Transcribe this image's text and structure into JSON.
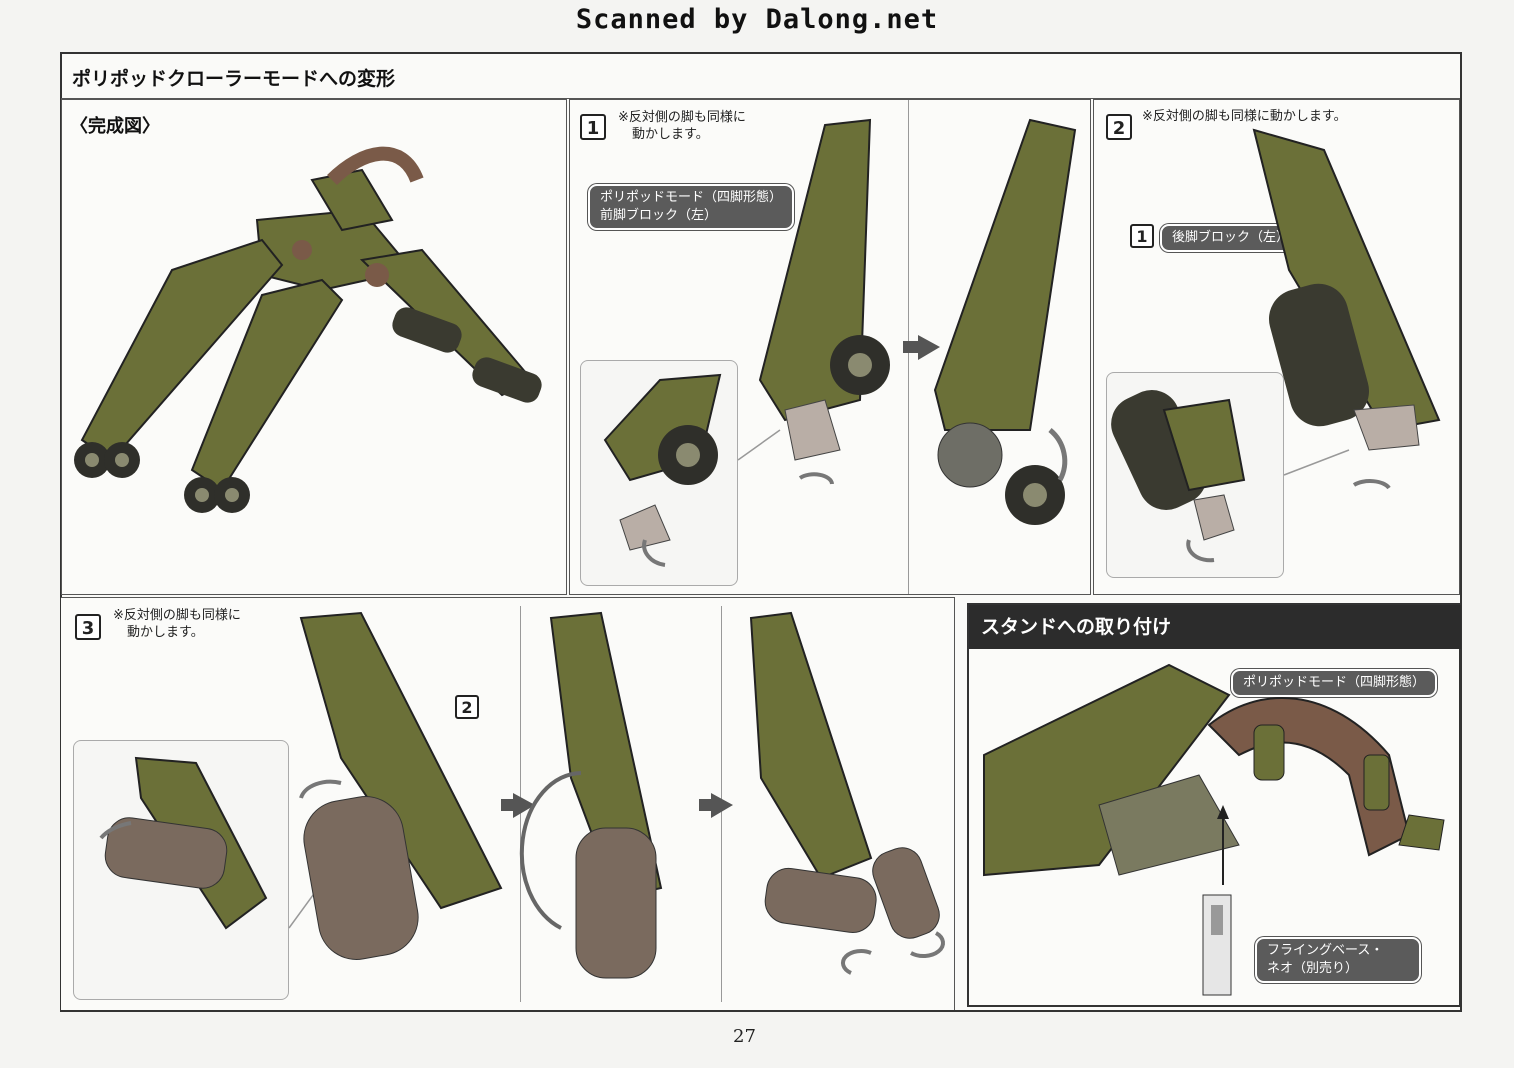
{
  "watermark": "Scanned by Dalong.net",
  "section_title": "ポリポッドクローラーモードへの変形",
  "completed": {
    "label": "〈完成図〉"
  },
  "steps": [
    {
      "number": "1",
      "note_line1": "※反対側の脚も同様に",
      "note_line2": "動かします。",
      "part_label_line1": "ポリポッドモード（四脚形態）",
      "part_label_line2": "前脚ブロック（左）"
    },
    {
      "number": "2",
      "note_line1": "※反対側の脚も同様に動かします。",
      "sub_number": "1",
      "part_label": "後脚ブロック（左）"
    },
    {
      "number": "3",
      "note_line1": "※反対側の脚も同様に",
      "note_line2": "動かします。",
      "sub_number": "2"
    }
  ],
  "stand": {
    "title": "スタンドへの取り付け",
    "mode_label": "ポリポッドモード（四脚形態）",
    "base_label_line1": "フライングベース・",
    "base_label_line2": "ネオ（別売り）"
  },
  "page_number": "27",
  "colors": {
    "armor_green": "#6b7038",
    "joint_brown": "#7a5a48",
    "wheel_dark": "#2f2f2a",
    "pill_gray": "#5b5b5b"
  }
}
